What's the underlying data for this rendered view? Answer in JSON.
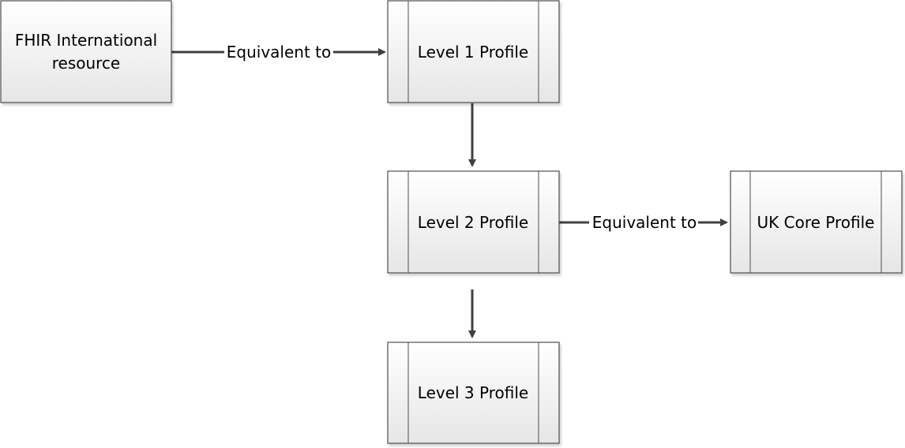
{
  "diagram": {
    "nodes": {
      "fhir_international_resource": {
        "lines": [
          "FHIR International",
          "resource"
        ],
        "shape": "process"
      },
      "level1_profile": {
        "label": "Level 1 Profile",
        "shape": "predefined-process"
      },
      "level2_profile": {
        "label": "Level 2 Profile",
        "shape": "predefined-process"
      },
      "uk_core_profile": {
        "label": "UK Core Profile",
        "shape": "predefined-process"
      },
      "level3_profile": {
        "label": "Level 3 Profile",
        "shape": "predefined-process"
      }
    },
    "edges": [
      {
        "from": "fhir_international_resource",
        "to": "level1_profile",
        "label": "Equivalent to"
      },
      {
        "from": "level1_profile",
        "to": "level2_profile",
        "label": ""
      },
      {
        "from": "level2_profile",
        "to": "uk_core_profile",
        "label": "Equivalent to"
      },
      {
        "from": "level2_profile",
        "to": "level3_profile",
        "label": ""
      }
    ]
  },
  "colors": {
    "node_gradient_top": "#ffffff",
    "node_gradient_bottom": "#e6e6e6",
    "node_border": "#4d4d4d",
    "node_shadow": "#c8c8c8",
    "connector": "#404040"
  }
}
